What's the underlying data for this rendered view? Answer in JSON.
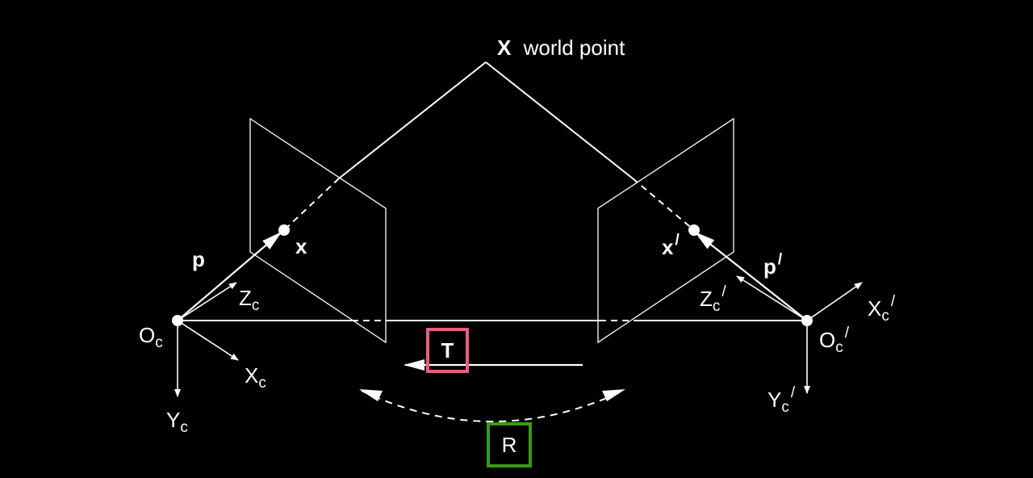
{
  "world_point": {
    "symbol": "X",
    "caption": "world point"
  },
  "left_camera": {
    "center": "O",
    "center_sub": "c",
    "axis_x": "X",
    "axis_x_sub": "c",
    "axis_y": "Y",
    "axis_y_sub": "c",
    "axis_z": "Z",
    "axis_z_sub": "c",
    "image_point": "x",
    "ray": "p"
  },
  "right_camera": {
    "center": "O",
    "center_sub": "c",
    "center_sup": "/",
    "axis_x": "X",
    "axis_x_sub": "c",
    "axis_x_sup": "/",
    "axis_y": "Y",
    "axis_y_sub": "c",
    "axis_y_sup": "/",
    "axis_z": "Z",
    "axis_z_sub": "c",
    "axis_z_sup": "/",
    "image_point": "x",
    "image_point_sup": "/",
    "ray": "p",
    "ray_sup": "/"
  },
  "translation": {
    "label": "T",
    "box_color": "#e8607a"
  },
  "rotation": {
    "label": "R",
    "box_color": "#3a9a14"
  }
}
